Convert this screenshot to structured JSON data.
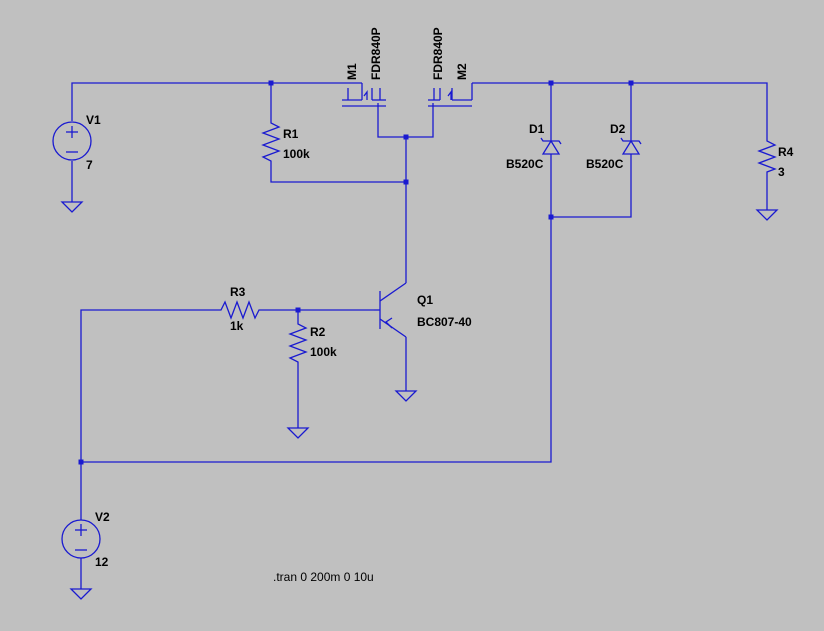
{
  "components": {
    "V1": {
      "name": "V1",
      "value": "7"
    },
    "V2": {
      "name": "V2",
      "value": "12"
    },
    "R1": {
      "name": "R1",
      "value": "100k"
    },
    "R2": {
      "name": "R2",
      "value": "100k"
    },
    "R3": {
      "name": "R3",
      "value": "1k"
    },
    "R4": {
      "name": "R4",
      "value": "3"
    },
    "M1": {
      "name": "M1",
      "model": "FDR840P"
    },
    "M2": {
      "name": "M2",
      "model": "FDR840P"
    },
    "Q1": {
      "name": "Q1",
      "model": "BC807-40"
    },
    "D1": {
      "name": "D1",
      "model": "B520C"
    },
    "D2": {
      "name": "D2",
      "model": "B520C"
    }
  },
  "directive": ".tran 0 200m 0 10u",
  "colors": {
    "wire": "#1a1ad0",
    "background": "#c0c0c0",
    "text": "#000000"
  }
}
